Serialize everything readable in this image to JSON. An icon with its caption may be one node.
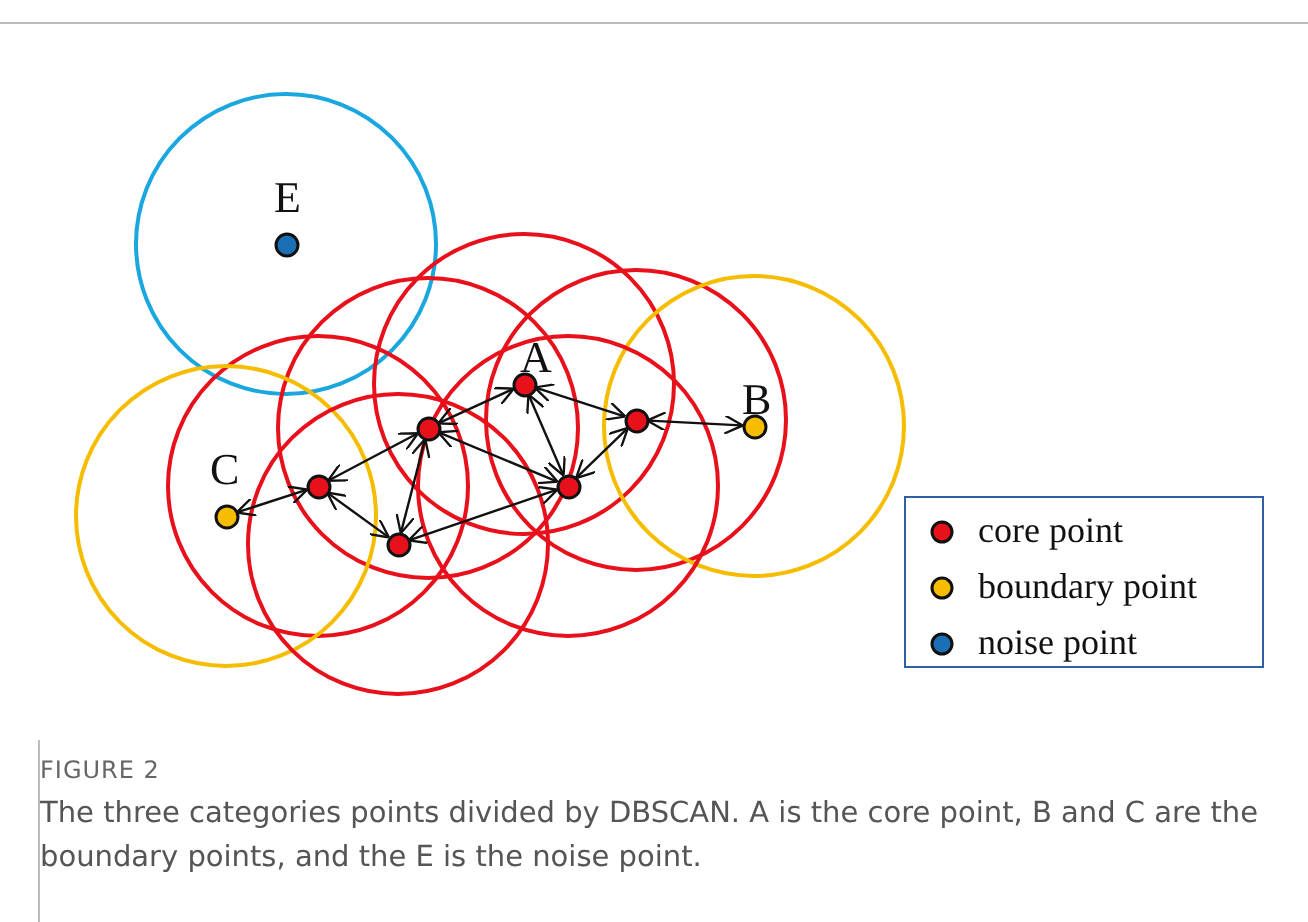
{
  "diagram": {
    "caption": "The three categories points divided by DBSCAN. A is the core point, B and C are the boundary points, and the E is the noise point.",
    "nodes": [
      {
        "text": [],
        "shape": "circle",
        "beside": [
          "E"
        ]
      },
      {
        "text": [],
        "shape": "circle",
        "beside": [
          "A"
        ]
      },
      {
        "text": [],
        "shape": "circle"
      },
      {
        "text": [],
        "shape": "circle",
        "beside": [
          "B"
        ]
      },
      {
        "text": [],
        "shape": "circle"
      },
      {
        "text": [],
        "shape": "circle"
      },
      {
        "text": [],
        "shape": "circle"
      },
      {
        "text": [],
        "shape": "circle",
        "beside": [
          "C"
        ]
      },
      {
        "text": [],
        "shape": "circle"
      }
    ],
    "edges": [
      {
        "from": 4,
        "to": 1,
        "arrow": "both"
      },
      {
        "from": 1,
        "to": 2,
        "arrow": "both"
      },
      {
        "from": 1,
        "to": 5,
        "arrow": "both"
      },
      {
        "from": 4,
        "to": 5,
        "arrow": "both"
      },
      {
        "from": 2,
        "to": 5,
        "arrow": "both"
      },
      {
        "from": 2,
        "to": 3,
        "arrow": "both"
      },
      {
        "from": 4,
        "to": 6,
        "arrow": "both"
      },
      {
        "from": 6,
        "to": 7,
        "arrow": "both"
      },
      {
        "from": 6,
        "to": 8,
        "arrow": "both"
      },
      {
        "from": 4,
        "to": 8,
        "arrow": "both"
      },
      {
        "from": 8,
        "to": 5,
        "arrow": "both"
      }
    ],
    "labels": [
      "FIGURE 2"
    ],
    "legend": [
      {
        "text": "core point",
        "color": "#e8101a"
      },
      {
        "text": "boundary point",
        "color": "#f5bc00"
      },
      {
        "text": "noise point",
        "color": "#1a6fb5"
      }
    ]
  }
}
